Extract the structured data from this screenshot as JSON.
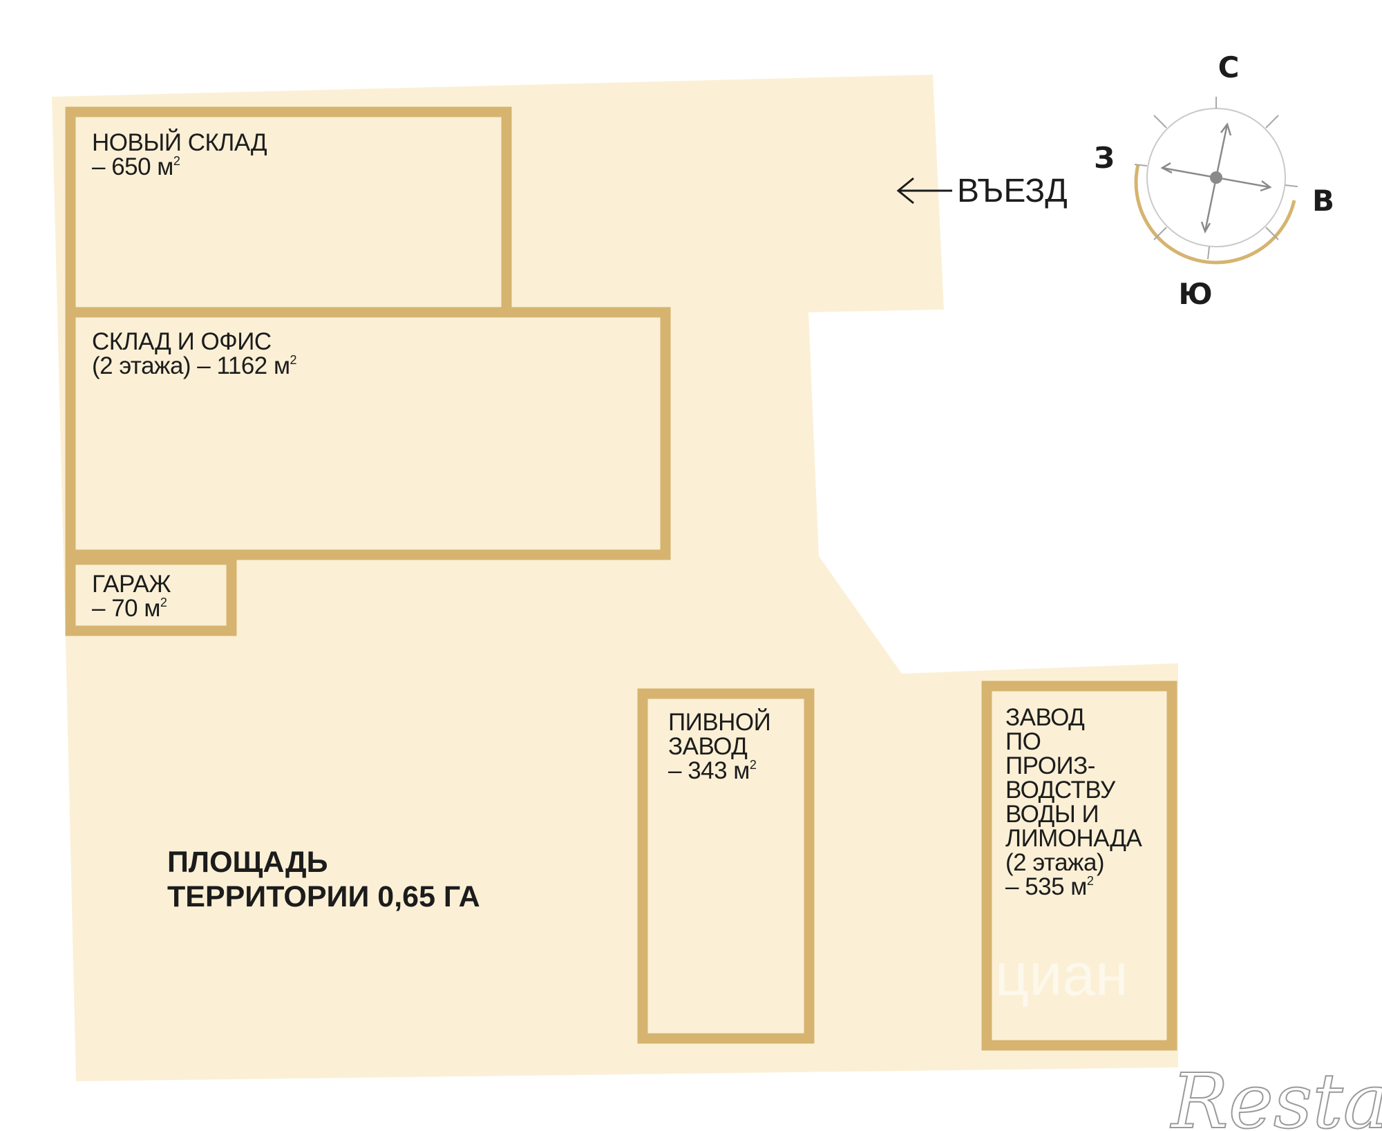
{
  "colors": {
    "plot_fill": "#fbf0d6",
    "building_stroke": "#d6b46f",
    "text": "#1c1c1c",
    "compass_arc": "#d6b46f",
    "compass_line": "#8a8a8a"
  },
  "buildings": [
    {
      "id": "new-warehouse",
      "lines": [
        "НОВЫЙ СКЛАД",
        "– 650 м"
      ],
      "sup": "2"
    },
    {
      "id": "warehouse-office",
      "lines": [
        "СКЛАД И ОФИС",
        "(2 этажа) – 1162 м"
      ],
      "sup": "2"
    },
    {
      "id": "garage",
      "lines": [
        "ГАРАЖ",
        "– 70 м"
      ],
      "sup": "2"
    },
    {
      "id": "brewery",
      "lines": [
        "ПИВНОЙ",
        "ЗАВОД",
        "– 343 м"
      ],
      "sup": "2"
    },
    {
      "id": "water-plant",
      "lines": [
        "ЗАВОД",
        "ПО",
        "ПРОИЗ-",
        "ВОДСТВУ",
        "ВОДЫ И",
        "ЛИМОНАДА",
        "(2 этажа)",
        "– 535 м"
      ],
      "sup": "2"
    }
  ],
  "territory": {
    "line1": "ПЛОЩАДЬ",
    "line2": "ТЕРРИТОРИИ 0,65 ГА"
  },
  "entrance": {
    "label": "ВЪЕЗД",
    "icon": "arrow-left-icon"
  },
  "compass": {
    "north": "С",
    "south": "Ю",
    "east": "В",
    "west": "З"
  },
  "watermark": {
    "brand": "Restate",
    "faint_logo": "циан"
  }
}
